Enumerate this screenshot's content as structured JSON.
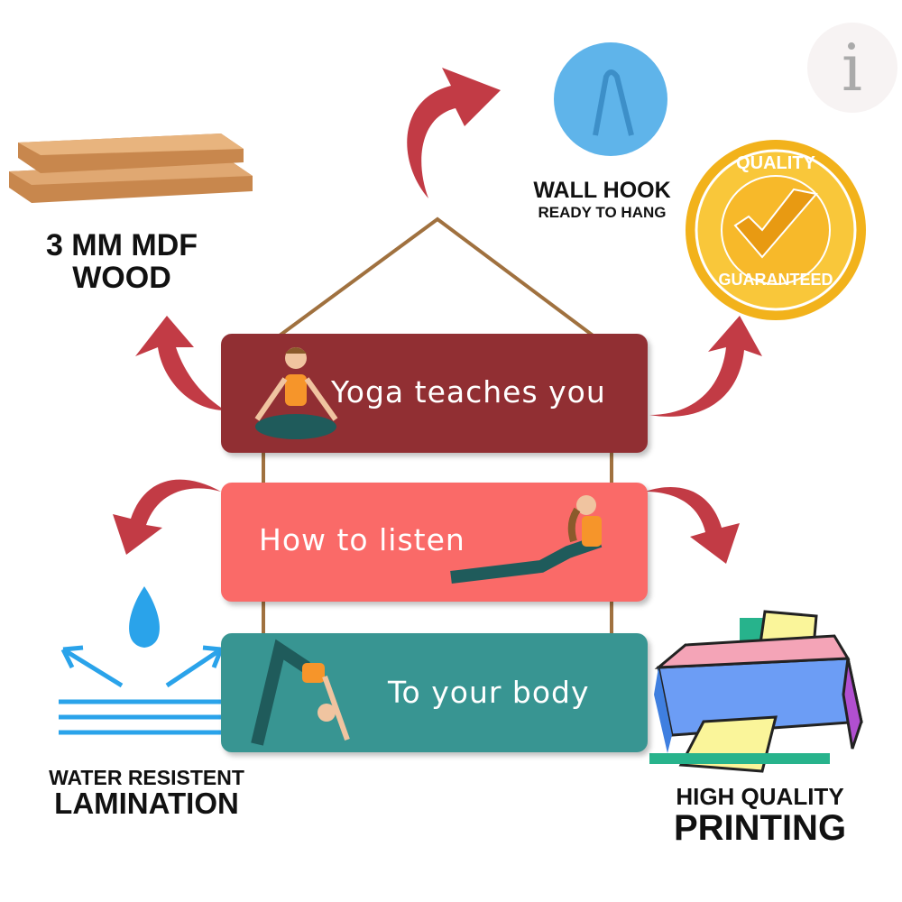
{
  "logo": {
    "letter": "i"
  },
  "features": {
    "wood": {
      "line1": "3 MM MDF",
      "line2": "WOOD"
    },
    "hook": {
      "title": "WALL HOOK",
      "subtitle": "READY TO HANG"
    },
    "quality_badge": {
      "top": "QUALITY",
      "bottom": "GUARANTEED"
    },
    "water": {
      "line1": "WATER RESISTENT",
      "line2": "LAMINATION"
    },
    "printing": {
      "line1": "HIGH QUALITY",
      "line2": "PRINTING"
    }
  },
  "boards": [
    {
      "text": "Yoga teaches you",
      "color": "#912f33"
    },
    {
      "text": "How to listen",
      "color": "#fa6a68"
    },
    {
      "text": "To your body",
      "color": "#389592"
    }
  ],
  "colors": {
    "arrow": "#c23b45",
    "rope": "#a0713f"
  }
}
